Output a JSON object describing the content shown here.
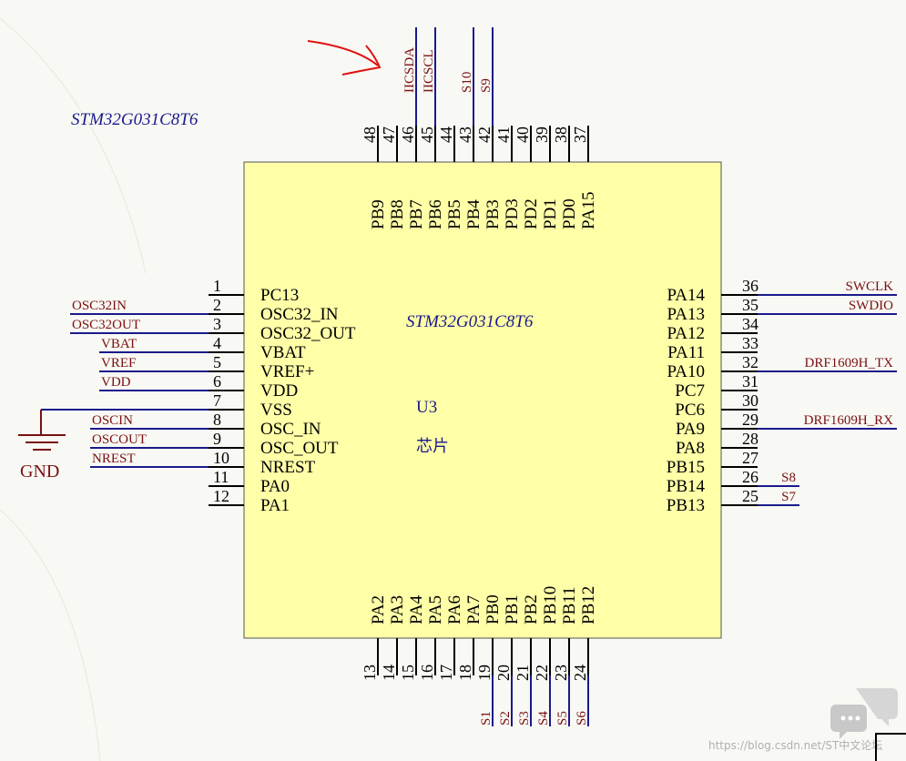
{
  "component": {
    "part_top": "STM32G031C8T6",
    "part_center": "STM32G031C8T6",
    "designator": "U3",
    "comment": "芯片"
  },
  "colors": {
    "body_fill": "#ffffa8",
    "wire": "#1a1a8c",
    "net_label": "#7a1010",
    "annotation_arrow": "#e01010",
    "pin": "#000000"
  },
  "pins": {
    "left": [
      {
        "num": "1",
        "name": "PC13",
        "net": ""
      },
      {
        "num": "2",
        "name": "OSC32_IN",
        "net": "OSC32IN"
      },
      {
        "num": "3",
        "name": "OSC32_OUT",
        "net": "OSC32OUT"
      },
      {
        "num": "4",
        "name": "VBAT",
        "net": "VBAT"
      },
      {
        "num": "5",
        "name": "VREF+",
        "net": "VREF"
      },
      {
        "num": "6",
        "name": "VDD",
        "net": "VDD"
      },
      {
        "num": "7",
        "name": "VSS",
        "net": ""
      },
      {
        "num": "8",
        "name": "OSC_IN",
        "net": "OSCIN"
      },
      {
        "num": "9",
        "name": "OSC_OUT",
        "net": "OSCOUT"
      },
      {
        "num": "10",
        "name": "NREST",
        "net": "NREST"
      },
      {
        "num": "11",
        "name": "PA0",
        "net": ""
      },
      {
        "num": "12",
        "name": "PA1",
        "net": ""
      }
    ],
    "right": [
      {
        "num": "36",
        "name": "PA14",
        "net": "SWCLK"
      },
      {
        "num": "35",
        "name": "PA13",
        "net": "SWDIO"
      },
      {
        "num": "34",
        "name": "PA12",
        "net": ""
      },
      {
        "num": "33",
        "name": "PA11",
        "net": ""
      },
      {
        "num": "32",
        "name": "PA10",
        "net": "DRF1609H_TX"
      },
      {
        "num": "31",
        "name": "PC7",
        "net": ""
      },
      {
        "num": "30",
        "name": "PC6",
        "net": ""
      },
      {
        "num": "29",
        "name": "PA9",
        "net": "DRF1609H_RX"
      },
      {
        "num": "28",
        "name": "PA8",
        "net": ""
      },
      {
        "num": "27",
        "name": "PB15",
        "net": ""
      },
      {
        "num": "26",
        "name": "PB14",
        "net": "S8"
      },
      {
        "num": "25",
        "name": "PB13",
        "net": "S7"
      }
    ],
    "top": [
      {
        "num": "48",
        "name": "PB9",
        "net": ""
      },
      {
        "num": "47",
        "name": "PB8",
        "net": ""
      },
      {
        "num": "46",
        "name": "PB7",
        "net": "IICSDA"
      },
      {
        "num": "45",
        "name": "PB6",
        "net": "IICSCL"
      },
      {
        "num": "44",
        "name": "PB5",
        "net": ""
      },
      {
        "num": "43",
        "name": "PB4",
        "net": "S10"
      },
      {
        "num": "42",
        "name": "PB3",
        "net": "S9"
      },
      {
        "num": "41",
        "name": "PD3",
        "net": ""
      },
      {
        "num": "40",
        "name": "PD2",
        "net": ""
      },
      {
        "num": "39",
        "name": "PD1",
        "net": ""
      },
      {
        "num": "38",
        "name": "PD0",
        "net": ""
      },
      {
        "num": "37",
        "name": "PA15",
        "net": ""
      }
    ],
    "bottom": [
      {
        "num": "13",
        "name": "PA2",
        "net": ""
      },
      {
        "num": "14",
        "name": "PA3",
        "net": ""
      },
      {
        "num": "15",
        "name": "PA4",
        "net": ""
      },
      {
        "num": "16",
        "name": "PA5",
        "net": ""
      },
      {
        "num": "17",
        "name": "PA6",
        "net": ""
      },
      {
        "num": "18",
        "name": "PA7",
        "net": ""
      },
      {
        "num": "19",
        "name": "PB0",
        "net": "S1"
      },
      {
        "num": "20",
        "name": "PB1",
        "net": "S2"
      },
      {
        "num": "21",
        "name": "PB2",
        "net": "S3"
      },
      {
        "num": "22",
        "name": "PB10",
        "net": "S4"
      },
      {
        "num": "23",
        "name": "PB11",
        "net": "S5"
      },
      {
        "num": "24",
        "name": "PB12",
        "net": "S6"
      }
    ]
  },
  "ground": {
    "label": "GND"
  },
  "watermark": {
    "text": "https://blog.csdn.net/ST中文论坛"
  }
}
